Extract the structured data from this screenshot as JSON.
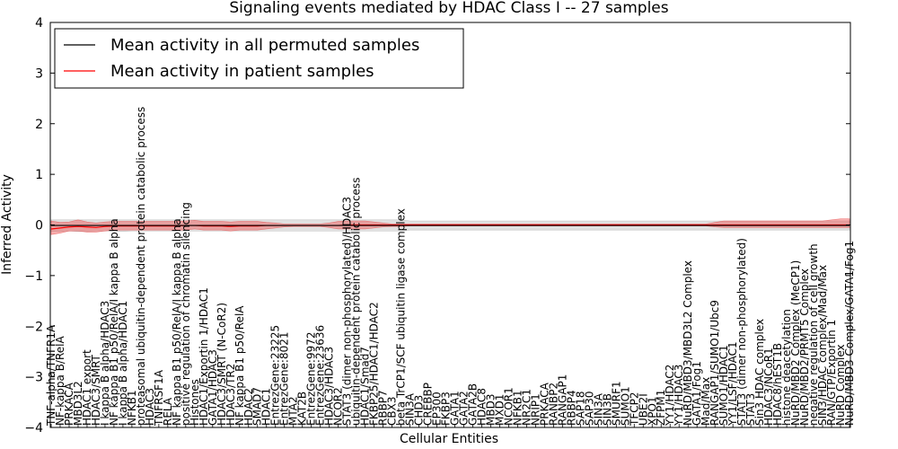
{
  "chart_data": {
    "type": "line",
    "title": "Signaling events mediated by HDAC Class I -- 27 samples",
    "xlabel": "Cellular Entities",
    "ylabel": "Inferred Activity",
    "ylim": [
      -4,
      4
    ],
    "yticks": [
      -4,
      -3,
      -2,
      -1,
      0,
      1,
      2,
      3,
      4
    ],
    "yticklabels": [
      "−4",
      "−3",
      "−2",
      "−1",
      "0",
      "1",
      "2",
      "3",
      "4"
    ],
    "grid": false,
    "legend": {
      "placement": "top-left",
      "entries": [
        {
          "label": "Mean activity in all permuted samples",
          "color": "#000000"
        },
        {
          "label": "Mean activity in patient samples",
          "color": "#ff0000"
        }
      ]
    },
    "categories": [
      "TNF-alpha/TNFR1A",
      "NF-kappa B/RelA",
      "PRKACA",
      "MBD3L2",
      "HDAC1 export",
      "HDAC3/SMRT",
      "I kappa B alpha/HDAC3",
      "NF kappa B1 p50/RelA/I kappa B alpha",
      "I kappa B alpha/HDAC1",
      "NFKB1",
      "proteasomal ubiquitin-dependent protein catabolic process",
      "HDAC3",
      "TNFRSF1A",
      "RELA",
      "NF kappa B1 p50/RelA/I kappa B alpha",
      "positive regulation of chromatin silencing",
      "Histones",
      "HDAC1/Exportin 1/HDAC1",
      "GATA1/HDAC3",
      "HDAC3/SMRT (N-CoR2)",
      "HDAC3/TR2",
      "NF kappa B1 p50/RelA",
      "HDAC2",
      "SMAD7",
      "HDAC1",
      "EntrezGene:23225",
      "EntrezGene:8021",
      "MTA2",
      "KAT2B",
      "EntrezGene:9972",
      "EntrezGene:23636",
      "HDAC3/HDAC3",
      "NCOR2",
      "STAT3 (dimer non-phosphorylated)/HDAC3",
      "ubiquitin-dependent protein catabolic process",
      "HDAC1/Smad7",
      "FKBP25/HDAC1/HDAC2",
      "RBBP7",
      "CBX3",
      "beta TrCP1/SCF ubiquitin ligase complex",
      "SIN3A",
      "CHD3",
      "CREBBP",
      "EP300",
      "FKBP3",
      "GATA1",
      "GATA2",
      "GATA2B",
      "HDAC8",
      "MBD3",
      "MXD1",
      "NCOR1",
      "NFKB1",
      "NR2C1",
      "NRIP1",
      "PRKACA",
      "RANBP2",
      "RANGAP1",
      "RBBP4",
      "SAP18",
      "SAP30",
      "SIN3A",
      "SIN3B",
      "SMURF1",
      "SUMO1",
      "TFCP2",
      "UBE2I",
      "XPO1",
      "ZFPM1",
      "YY1/HDAC2",
      "YY1/HDAC3",
      "NuRD/MBD3/MBD3L2 Complex",
      "GATA1/Fog1",
      "Mad/Max",
      "RANGAP1/SUMO1/Ubc9",
      "SUMO1/HDAC1",
      "YY1/LSF/HDAC1",
      "STAT3 (dimer non-phosphorylated)",
      "STAT3",
      "Sin3 HDAC complex",
      "HDAC3/NCoR1",
      "HDAC8/hEST1B",
      "histone deacetylation",
      "NuRD/MBD2 Complex (MeCP1)",
      "NuRD/MBD2/PRMT5 Complex",
      "negative regulation of cell growth",
      "SIN3/HDAC complex/Mad/Max",
      "RAN/GTP/Exportin 1",
      "NuRD Complex",
      "NuRD/MBD3 Complex/GATA1/Fog1"
    ],
    "series": [
      {
        "name": "Mean activity in all permuted samples",
        "color": "#000000",
        "values": [
          -0.01,
          -0.01,
          -0.01,
          -0.01,
          -0.01,
          -0.01,
          -0.01,
          -0.01,
          -0.01,
          -0.01,
          -0.01,
          -0.01,
          -0.01,
          -0.01,
          -0.01,
          -0.01,
          -0.01,
          -0.01,
          -0.01,
          -0.01,
          -0.01,
          -0.01,
          -0.01,
          -0.01,
          -0.01,
          -0.01,
          -0.01,
          -0.01,
          -0.01,
          -0.01,
          -0.01,
          -0.01,
          -0.01,
          -0.01,
          -0.01,
          -0.01,
          -0.01,
          -0.01,
          -0.01,
          -0.01,
          -0.01,
          -0.01,
          -0.01,
          -0.01,
          -0.01,
          -0.01,
          -0.01,
          -0.01,
          -0.01,
          -0.01,
          -0.01,
          -0.01,
          -0.01,
          -0.01,
          -0.01,
          -0.01,
          -0.01,
          -0.01,
          -0.01,
          -0.01,
          -0.01,
          -0.01,
          -0.01,
          -0.01,
          -0.01,
          -0.01,
          -0.01,
          -0.01,
          -0.01,
          -0.01,
          -0.01,
          -0.01,
          -0.01,
          -0.01,
          -0.01,
          -0.01,
          -0.01,
          -0.01,
          -0.01,
          -0.01,
          -0.01,
          -0.01,
          -0.01,
          -0.01,
          -0.01,
          -0.01,
          -0.01,
          -0.01,
          -0.01,
          -0.01
        ],
        "band_low": [
          -0.13,
          -0.13,
          -0.12,
          -0.13,
          -0.13,
          -0.12,
          -0.12,
          -0.12,
          -0.13,
          -0.12,
          -0.12,
          -0.12,
          -0.12,
          -0.12,
          -0.12,
          -0.12,
          -0.12,
          -0.12,
          -0.12,
          -0.12,
          -0.12,
          -0.12,
          -0.12,
          -0.12,
          -0.12,
          -0.12,
          -0.12,
          -0.12,
          -0.12,
          -0.12,
          -0.12,
          -0.12,
          -0.12,
          -0.12,
          -0.12,
          -0.12,
          -0.12,
          -0.12,
          -0.12,
          -0.12,
          -0.1,
          -0.1,
          -0.1,
          -0.1,
          -0.1,
          -0.1,
          -0.1,
          -0.1,
          -0.1,
          -0.1,
          -0.1,
          -0.1,
          -0.1,
          -0.1,
          -0.1,
          -0.1,
          -0.1,
          -0.1,
          -0.1,
          -0.1,
          -0.1,
          -0.1,
          -0.1,
          -0.1,
          -0.1,
          -0.1,
          -0.1,
          -0.1,
          -0.1,
          -0.1,
          -0.1,
          -0.1,
          -0.1,
          -0.1,
          -0.1,
          -0.1,
          -0.1,
          -0.1,
          -0.1,
          -0.1,
          -0.1,
          -0.1,
          -0.1,
          -0.1,
          -0.1,
          -0.1,
          -0.1,
          -0.1,
          -0.1,
          -0.1
        ],
        "band_high": [
          0.1,
          0.1,
          0.1,
          0.1,
          0.1,
          0.1,
          0.1,
          0.1,
          0.1,
          0.1,
          0.1,
          0.1,
          0.1,
          0.1,
          0.1,
          0.1,
          0.1,
          0.1,
          0.1,
          0.1,
          0.1,
          0.1,
          0.1,
          0.1,
          0.1,
          0.1,
          0.1,
          0.1,
          0.1,
          0.1,
          0.1,
          0.1,
          0.1,
          0.1,
          0.1,
          0.1,
          0.1,
          0.1,
          0.1,
          0.1,
          0.08,
          0.08,
          0.08,
          0.08,
          0.08,
          0.08,
          0.08,
          0.08,
          0.08,
          0.08,
          0.08,
          0.08,
          0.08,
          0.08,
          0.08,
          0.08,
          0.08,
          0.08,
          0.08,
          0.08,
          0.08,
          0.08,
          0.08,
          0.08,
          0.08,
          0.08,
          0.08,
          0.08,
          0.08,
          0.08,
          0.08,
          0.08,
          0.08,
          0.08,
          0.08,
          0.08,
          0.08,
          0.08,
          0.08,
          0.08,
          0.08,
          0.08,
          0.08,
          0.08,
          0.08,
          0.08,
          0.08,
          0.08,
          0.08,
          0.08
        ]
      },
      {
        "name": "Mean activity in patient samples",
        "color": "#ff0000",
        "values": [
          -0.08,
          -0.06,
          -0.04,
          -0.03,
          -0.04,
          -0.05,
          -0.03,
          -0.02,
          -0.02,
          -0.02,
          -0.02,
          -0.02,
          -0.02,
          -0.02,
          -0.02,
          -0.01,
          -0.01,
          -0.02,
          -0.02,
          -0.02,
          -0.03,
          -0.02,
          -0.02,
          -0.02,
          -0.01,
          -0.01,
          -0.01,
          -0.01,
          -0.01,
          -0.01,
          -0.01,
          -0.01,
          -0.01,
          0.0,
          0.0,
          0.0,
          0.0,
          0.0,
          0.0,
          0.0,
          0.0,
          0.0,
          0.0,
          0.0,
          0.0,
          0.0,
          0.0,
          0.0,
          0.0,
          0.0,
          0.0,
          0.0,
          0.0,
          0.0,
          0.0,
          0.0,
          0.0,
          0.0,
          0.0,
          0.0,
          0.0,
          0.0,
          0.0,
          0.0,
          0.0,
          0.0,
          0.0,
          0.0,
          0.0,
          0.0,
          0.0,
          0.0,
          0.0,
          0.0,
          0.0,
          0.0,
          0.0,
          0.0,
          0.0,
          0.0,
          0.0,
          0.0,
          0.0,
          0.0,
          0.0,
          0.0,
          0.0,
          0.0,
          0.0,
          0.0
        ],
        "band_low": [
          -0.19,
          -0.16,
          -0.12,
          -0.12,
          -0.14,
          -0.14,
          -0.12,
          -0.1,
          -0.1,
          -0.1,
          -0.1,
          -0.1,
          -0.1,
          -0.1,
          -0.1,
          -0.1,
          -0.08,
          -0.1,
          -0.1,
          -0.1,
          -0.12,
          -0.1,
          -0.1,
          -0.1,
          -0.08,
          -0.06,
          -0.04,
          -0.03,
          -0.03,
          -0.03,
          -0.03,
          -0.05,
          -0.08,
          -0.08,
          -0.08,
          -0.08,
          -0.06,
          -0.04,
          -0.03,
          -0.03,
          -0.02,
          -0.02,
          -0.02,
          -0.02,
          -0.02,
          -0.02,
          -0.02,
          -0.02,
          -0.02,
          -0.02,
          -0.02,
          -0.02,
          -0.02,
          -0.02,
          -0.02,
          -0.02,
          -0.02,
          -0.02,
          -0.02,
          -0.02,
          -0.02,
          -0.02,
          -0.02,
          -0.02,
          -0.02,
          -0.02,
          -0.02,
          -0.02,
          -0.02,
          -0.02,
          -0.02,
          -0.02,
          -0.02,
          -0.02,
          -0.04,
          -0.05,
          -0.05,
          -0.05,
          -0.05,
          -0.05,
          -0.05,
          -0.05,
          -0.05,
          -0.05,
          -0.05,
          -0.05,
          -0.05,
          -0.05,
          -0.05,
          -0.05
        ],
        "band_high": [
          0.08,
          0.05,
          0.06,
          0.1,
          0.06,
          0.04,
          0.06,
          0.07,
          0.07,
          0.07,
          0.07,
          0.07,
          0.07,
          0.07,
          0.07,
          0.08,
          0.09,
          0.07,
          0.07,
          0.07,
          0.06,
          0.07,
          0.07,
          0.07,
          0.05,
          0.04,
          0.02,
          0.02,
          0.02,
          0.02,
          0.02,
          0.04,
          0.07,
          0.08,
          0.08,
          0.08,
          0.06,
          0.04,
          0.02,
          0.02,
          0.02,
          0.02,
          0.02,
          0.02,
          0.02,
          0.02,
          0.02,
          0.02,
          0.02,
          0.02,
          0.02,
          0.02,
          0.02,
          0.02,
          0.02,
          0.02,
          0.02,
          0.02,
          0.02,
          0.02,
          0.02,
          0.02,
          0.02,
          0.02,
          0.02,
          0.02,
          0.02,
          0.02,
          0.02,
          0.02,
          0.02,
          0.02,
          0.02,
          0.02,
          0.05,
          0.08,
          0.08,
          0.08,
          0.08,
          0.08,
          0.08,
          0.08,
          0.08,
          0.08,
          0.08,
          0.08,
          0.08,
          0.1,
          0.12,
          0.12
        ]
      }
    ]
  }
}
